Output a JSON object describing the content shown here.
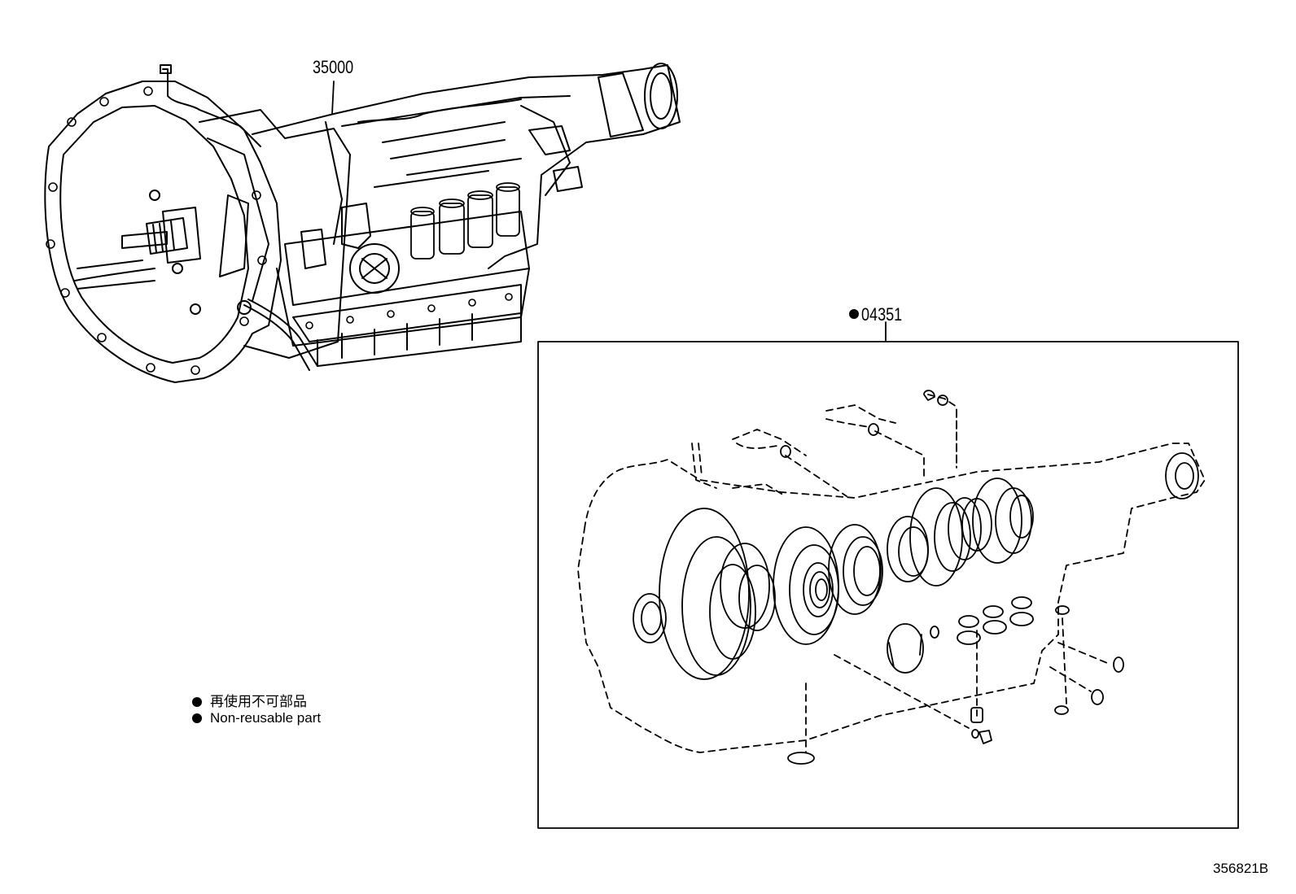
{
  "callouts": {
    "assembly_part_number": "35000",
    "kit_part_number": "04351"
  },
  "legend": {
    "line_japanese": "再使用不可部品",
    "line_english": "Non-reusable part"
  },
  "diagram_id": "356821B",
  "icons": {
    "legend_marker": "filled-circle-icon",
    "kit_marker": "filled-circle-icon"
  },
  "colors": {
    "ink": "#000000",
    "paper": "#ffffff"
  }
}
